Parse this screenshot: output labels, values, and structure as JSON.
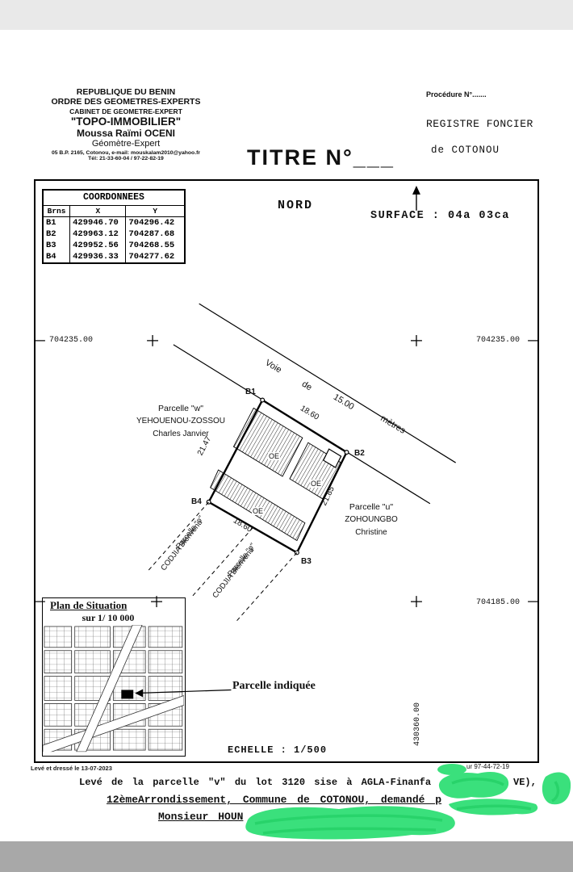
{
  "header": {
    "cabinet": {
      "line1": "REPUBLIQUE DU BENIN",
      "line2": "ORDRE DES GEOMETRES-EXPERTS",
      "line3": "CABINET DE GEOMETRE-EXPERT",
      "line4": "\"TOPO-IMMOBILIER\"",
      "line5": "Moussa Raïmi OCENI",
      "line6": "Géomètre-Expert",
      "line7": "05 B.P. 2165, Cotonou, e-mail: mouskalam2010@yahoo.fr",
      "line8": "Tél: 21-33-60-04 / 97-22-82-19"
    },
    "title": "TITRE N°___",
    "registry": {
      "procedure": "Procédure N°.......",
      "line1": "REGISTRE FONCIER",
      "line2": "de COTONOU"
    }
  },
  "coordinates": {
    "title": "COORDONNEES",
    "col_borne": "Brns",
    "col_x": "X",
    "col_y": "Y",
    "rows": [
      {
        "b": "B1",
        "x": "429946.70",
        "y": "704296.42"
      },
      {
        "b": "B2",
        "x": "429963.12",
        "y": "704287.68"
      },
      {
        "b": "B3",
        "x": "429952.56",
        "y": "704268.55"
      },
      {
        "b": "B4",
        "x": "429936.33",
        "y": "704277.62"
      }
    ]
  },
  "plan": {
    "north_label": "NORD",
    "surface_label": "SURFACE : 04a 03ca",
    "grid": {
      "left_704235": "704235.00",
      "right_704235": "704235.00",
      "right_704185": "704185.00",
      "vertical_430360": "430360.00"
    },
    "road": {
      "w1": "Voie",
      "w2": "de",
      "w3": "15.00",
      "w4": "mètres"
    },
    "parcel": {
      "b1": "B1",
      "b2": "B2",
      "b3": "B3",
      "b4": "B4",
      "dim_top": "18.60",
      "dim_left": "21.47",
      "dim_right": "21.85",
      "dim_inner": "18.60",
      "oe1": "OE",
      "oe2": "OE",
      "oe3": "OE"
    },
    "neighbors": {
      "w1": "Parcelle \"w\"",
      "w2": "YEHOUENOU-ZOSSOU",
      "w3": "Charles Janvier",
      "u1": "Parcelle \"u\"",
      "u2": "ZOHOUNGBO",
      "u3": "Christine",
      "o1": "Parcelle \"o\"",
      "o2": "CODJIA Bienvenu",
      "p1": "Parcelle \"p\"",
      "p2": "CODJIA Bienvenu"
    },
    "situation": {
      "title": "Plan de Situation",
      "scale": "sur 1/ 10 000",
      "indicated": "Parcelle indiquée"
    },
    "scale_label": "ECHELLE : 1/500"
  },
  "footer": {
    "survey_date": "Levé et dressé  le 13-07-2023",
    "phone_fragment": "ur 97-44-72-19",
    "line1": "Levé de la parcelle \"v\" du lot 3120 sise à AGLA-Finanfa",
    "line1_tail": "VE),",
    "line2": "12èmeArrondissement, Commune de COTONOU, demandé p",
    "line3": "Monsieur   HOUN"
  },
  "colors": {
    "redaction_green": "#3ae07c",
    "ink": "#101010"
  }
}
